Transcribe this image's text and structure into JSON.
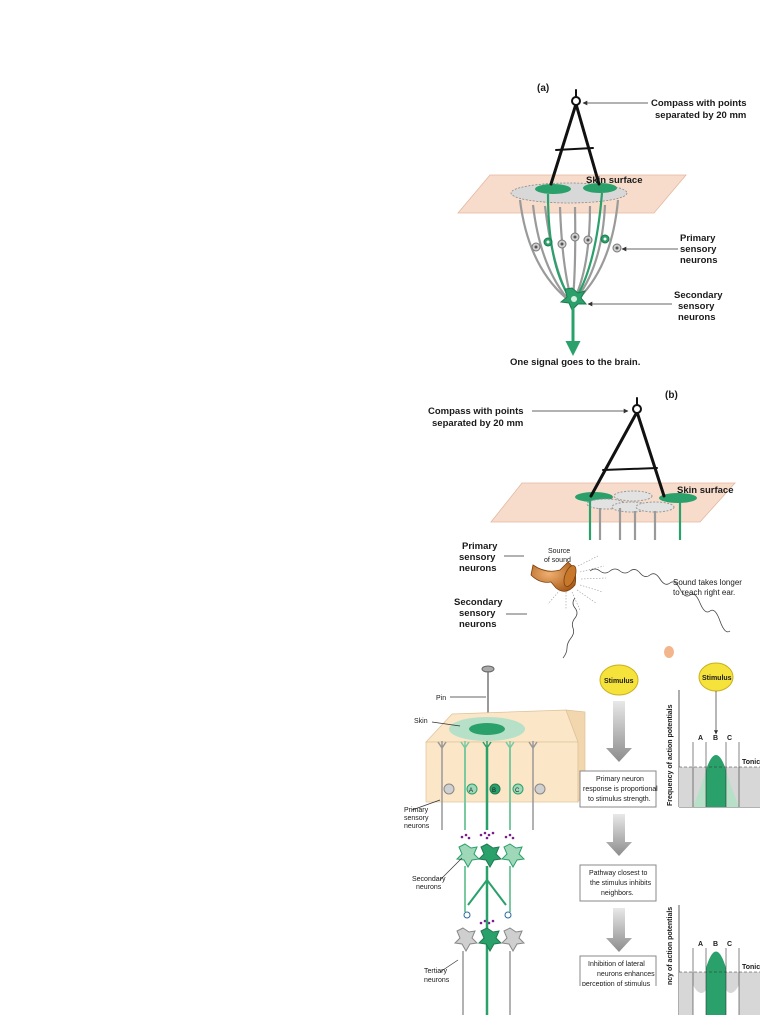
{
  "panel_a": {
    "tag": "(a)",
    "compass_label": [
      "Compass with points",
      "separated by 20 mm"
    ],
    "skin_surface": "Skin surface",
    "primary_label": [
      "Primary",
      "sensory",
      "neurons"
    ],
    "secondary_label": [
      "Secondary",
      "sensory",
      "neurons"
    ],
    "brain_signal": "One signal goes to the brain."
  },
  "panel_b": {
    "tag": "(b)",
    "compass_label": [
      "Compass with points",
      "separated by 20 mm"
    ],
    "skin_surface": "Skin surface",
    "primary_label": [
      "Primary",
      "sensory",
      "neurons"
    ],
    "secondary_label": [
      "Secondary",
      "sensory",
      "neurons"
    ]
  },
  "sound_panel": {
    "source_label": [
      "Source",
      "of sound"
    ],
    "delay_label": [
      "Sound takes longer",
      "to reach right ear."
    ]
  },
  "inhibition_panel": {
    "pin": "Pin",
    "skin": "Skin",
    "primary_label": [
      "Primary",
      "sensory",
      "neurons"
    ],
    "secondary_label": [
      "Secondary",
      "neurons"
    ],
    "tertiary_label": [
      "Tertiary",
      "neurons"
    ],
    "neuron_letters": [
      "A",
      "B",
      "C"
    ],
    "stimulus": "Stimulus",
    "flow_boxes": [
      [
        "Primary neuron",
        "response is proportional",
        "to stimulus strength."
      ],
      [
        "Pathway closest to",
        "the stimulus inhibits",
        "neighbors."
      ],
      [
        "Inhibition of lateral",
        "neurons enhances",
        "perception of stimulus"
      ]
    ],
    "graph": {
      "ylabel": "Frequency of action potentials",
      "ylabel_cut": "ncy of action potentials",
      "letters": [
        "A",
        "B",
        "C"
      ],
      "tonic": "Tonic l"
    }
  },
  "colors": {
    "green": "#2aa06a",
    "dark_green": "#1f7a50",
    "skin_pink": "#f8dccb",
    "tissue": "#fbe6c8",
    "neuron_gray": "#a0a0a0",
    "stimulus_yellow": "#f5e23a",
    "sound_orange": "#c8782a"
  },
  "icons": [
    "compass-icon",
    "sound-horn-icon",
    "pin-icon",
    "arrow-down-icon"
  ]
}
